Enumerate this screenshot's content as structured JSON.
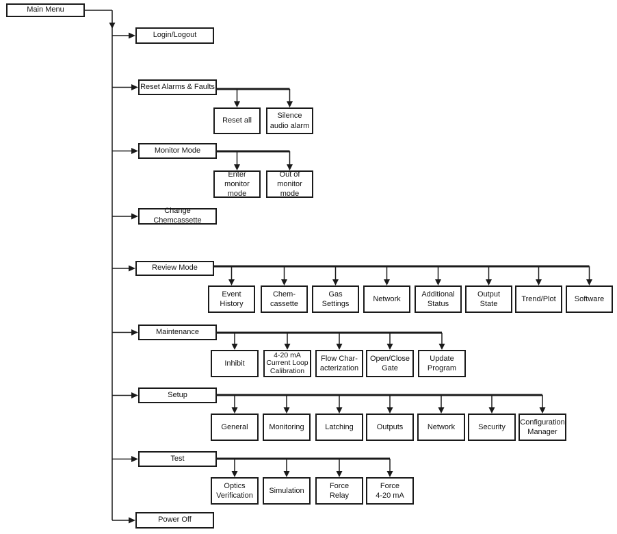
{
  "diagram": {
    "root": "Main Menu",
    "items": [
      {
        "id": "login-logout",
        "label": "Login/Logout",
        "children": []
      },
      {
        "id": "reset-alarms-faults",
        "label": "Reset Alarms & Faults",
        "children": [
          {
            "id": "reset-all",
            "label": "Reset all"
          },
          {
            "id": "silence-audio-alarm",
            "label": "Silence\naudio alarm"
          }
        ]
      },
      {
        "id": "monitor-mode",
        "label": "Monitor Mode",
        "children": [
          {
            "id": "enter-monitor-mode",
            "label": "Enter\nmonitor mode"
          },
          {
            "id": "out-of-monitor-mode",
            "label": "Out of\nmonitor mode"
          }
        ]
      },
      {
        "id": "change-chemcassette",
        "label": "Change Chemcassette",
        "children": []
      },
      {
        "id": "review-mode",
        "label": "Review Mode",
        "children": [
          {
            "id": "event-history",
            "label": "Event\nHistory"
          },
          {
            "id": "chem-cassette",
            "label": "Chem-\ncassette"
          },
          {
            "id": "gas-settings",
            "label": "Gas\nSettings"
          },
          {
            "id": "network",
            "label": "Network"
          },
          {
            "id": "additional-status",
            "label": "Additional\nStatus"
          },
          {
            "id": "output-state",
            "label": "Output\nState"
          },
          {
            "id": "trend-plot",
            "label": "Trend/Plot"
          },
          {
            "id": "software",
            "label": "Software"
          }
        ]
      },
      {
        "id": "maintenance",
        "label": "Maintenance",
        "children": [
          {
            "id": "inhibit",
            "label": "Inhibit"
          },
          {
            "id": "current-loop-calibration",
            "label": "4-20 mA\nCurrent Loop\nCalibration"
          },
          {
            "id": "flow-characterization",
            "label": "Flow Char-\nacterization"
          },
          {
            "id": "open-close-gate",
            "label": "Open/Close\nGate"
          },
          {
            "id": "update-program",
            "label": "Update\nProgram"
          }
        ]
      },
      {
        "id": "setup",
        "label": "Setup",
        "children": [
          {
            "id": "general",
            "label": "General"
          },
          {
            "id": "monitoring",
            "label": "Monitoring"
          },
          {
            "id": "latching",
            "label": "Latching"
          },
          {
            "id": "outputs",
            "label": "Outputs"
          },
          {
            "id": "setup-network",
            "label": "Network"
          },
          {
            "id": "security",
            "label": "Security"
          },
          {
            "id": "configuration-manager",
            "label": "Configuration\nManager"
          }
        ]
      },
      {
        "id": "test",
        "label": "Test",
        "children": [
          {
            "id": "optics-verification",
            "label": "Optics\nVerification"
          },
          {
            "id": "simulation",
            "label": "Simulation"
          },
          {
            "id": "force-relay",
            "label": "Force\nRelay"
          },
          {
            "id": "force-4-20-ma",
            "label": "Force\n4-20 mA"
          }
        ]
      },
      {
        "id": "power-off",
        "label": "Power Off",
        "children": []
      }
    ]
  }
}
